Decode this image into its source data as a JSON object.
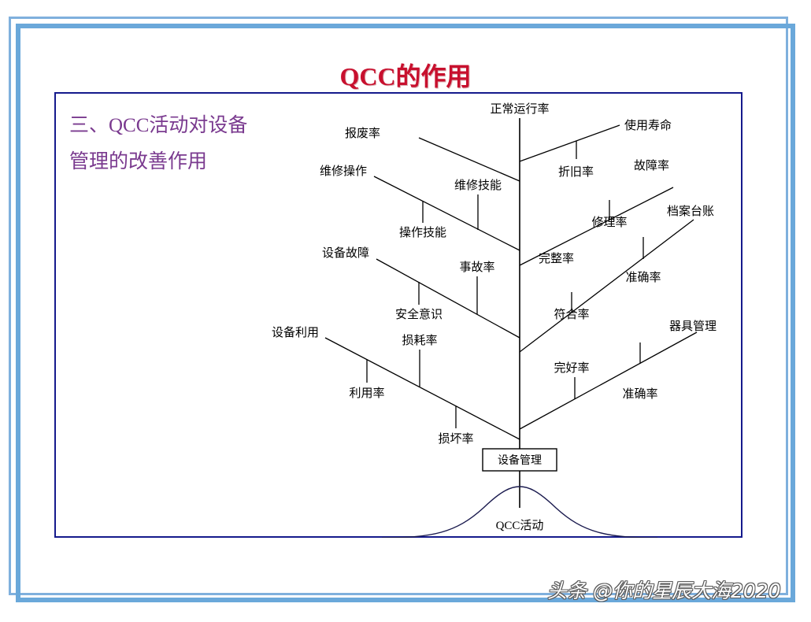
{
  "slide": {
    "title": "QCC的作用",
    "title_color": "#c8102e",
    "heading": "三、QCC活动对设备\n管理的改善作用",
    "heading_color": "#7a3a8f",
    "frame_color": "#6aa8da",
    "box_border_color": "#151a8c"
  },
  "diagram": {
    "type": "fishbone",
    "core_box_label": "设备管理",
    "curve_label": "QCC活动",
    "spine_top_label": "正常运行率",
    "branches": [
      {
        "side": "left",
        "index": 1,
        "head": "报废率",
        "twigs": []
      },
      {
        "side": "right",
        "index": 1,
        "head": "使用寿命",
        "twigs": [
          "折旧率"
        ]
      },
      {
        "side": "left",
        "index": 2,
        "head": "维修操作",
        "twigs": [
          "操作技能",
          "维修技能"
        ]
      },
      {
        "side": "right",
        "index": 2,
        "head": "故障率",
        "twigs": [
          "修理率"
        ]
      },
      {
        "side": "left",
        "index": 3,
        "head": "设备故障",
        "twigs": [
          "安全意识",
          "事故率"
        ]
      },
      {
        "side": "right",
        "index": 3,
        "head": "档案台账",
        "twigs": [
          "符合率",
          "准确率"
        ]
      },
      {
        "side": "left",
        "index": 4,
        "head": "设备利用",
        "twigs": [
          "利用率",
          "损耗率",
          "损坏率"
        ]
      },
      {
        "side": "right",
        "index": 4,
        "head": "器具管理",
        "twigs": [
          "完好率",
          "准确率"
        ]
      }
    ],
    "spine_labels": [
      "完整率"
    ],
    "all_labels": [
      "正常运行率",
      "报废率",
      "使用寿命",
      "折旧率",
      "故障率",
      "维修操作",
      "维修技能",
      "操作技能",
      "修理率",
      "档案台账",
      "设备故障",
      "事故率",
      "安全意识",
      "完整率",
      "准确率",
      "符合率",
      "器具管理",
      "设备利用",
      "损耗率",
      "完好率",
      "利用率",
      "准确率",
      "损坏率",
      "设备管理",
      "QCC活动"
    ]
  },
  "labels": {
    "l_zhengchang": "正常运行率",
    "l_baofei": "报废率",
    "l_shiyong": "使用寿命",
    "l_zhejiu": "折旧率",
    "l_guzhang": "故障率",
    "l_weixiucaozuo": "维修操作",
    "l_weixiujineng": "维修技能",
    "l_caozuojineng": "操作技能",
    "l_xiuli": "修理率",
    "l_dangan": "档案台账",
    "l_shebeiguzhang": "设备故障",
    "l_shigu": "事故率",
    "l_anquan": "安全意识",
    "l_wanzheng": "完整率",
    "l_zhunque1": "准确率",
    "l_fuhe": "符合率",
    "l_qiju": "器具管理",
    "l_shebeiliyong": "设备利用",
    "l_sunhao": "损耗率",
    "l_wanhao": "完好率",
    "l_liyong": "利用率",
    "l_zhunque2": "准确率",
    "l_sunhuai": "损坏率",
    "l_core": "设备管理",
    "l_curve": "QCC活动"
  },
  "watermark": {
    "text": "头条 @你的星辰大海2020"
  }
}
